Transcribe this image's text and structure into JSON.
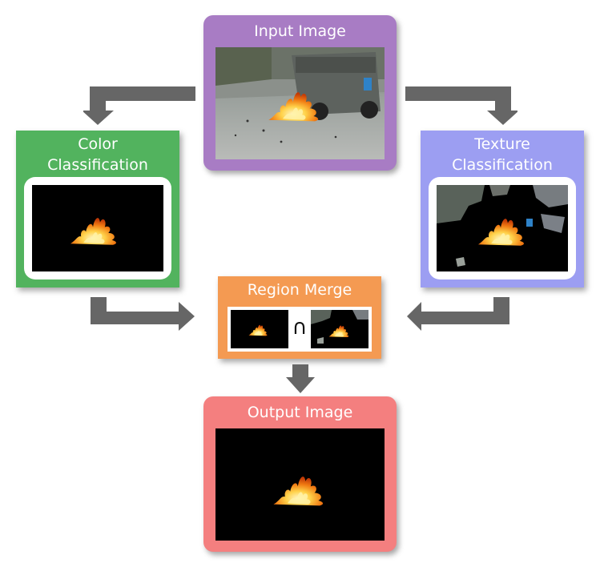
{
  "colors": {
    "input": "#a87cc4",
    "color": "#52b35e",
    "texture": "#9c9ef2",
    "merge": "#f49a52",
    "output": "#f47f7f",
    "arrow": "#666666"
  },
  "nodes": {
    "input": {
      "label": "Input Image"
    },
    "color": {
      "label_line1": "Color",
      "label_line2": "Classification"
    },
    "texture": {
      "label_line1": "Texture",
      "label_line2": "Classification"
    },
    "merge": {
      "label": "Region Merge",
      "operator": "∩"
    },
    "output": {
      "label": "Output Image"
    }
  },
  "icons": {
    "fire": "fire-icon",
    "intersection": "intersection-symbol"
  }
}
